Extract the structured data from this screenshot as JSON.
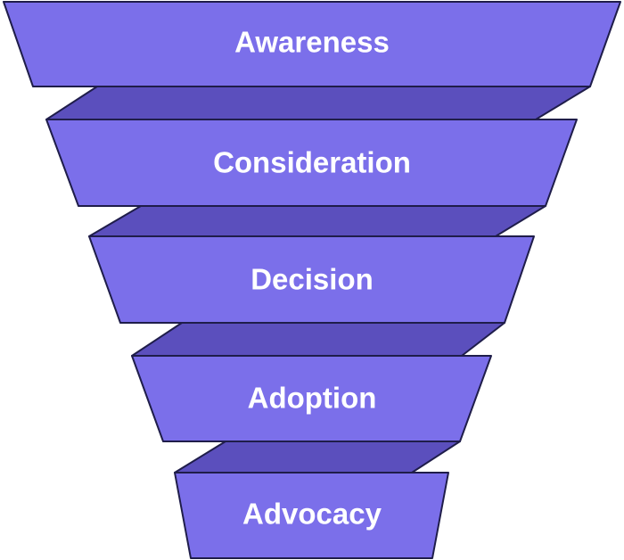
{
  "diagram": {
    "type": "funnel",
    "stages": [
      {
        "label": "Awareness"
      },
      {
        "label": "Consideration"
      },
      {
        "label": "Decision"
      },
      {
        "label": "Adoption"
      },
      {
        "label": "Advocacy"
      }
    ]
  },
  "colors": {
    "stage_fill": "#7b6fea",
    "connector_fill": "#5b4fbd",
    "outline": "#1f1d4a",
    "label": "#ffffff"
  }
}
